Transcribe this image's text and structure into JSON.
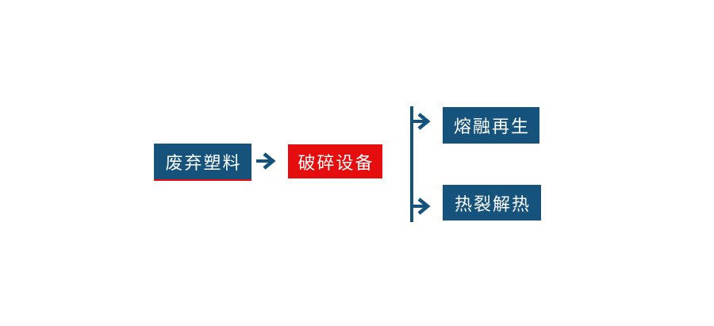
{
  "colors": {
    "node_blue": "#15537d",
    "node_red": "#e50d0d",
    "label_text": "#ffffff",
    "background": "#ffffff"
  },
  "flowchart": {
    "source_node": {
      "label": "废弃塑料"
    },
    "process_node": {
      "label": "破碎设备"
    },
    "output_nodes": [
      {
        "label": "熔融再生"
      },
      {
        "label": "热裂解热"
      }
    ],
    "connectors": {
      "main_arrow_icon": "right-arrow",
      "branch_top_arrow_icon": "right-arrow",
      "branch_bottom_arrow_icon": "right-arrow",
      "branch_line": "vertical-line"
    }
  }
}
